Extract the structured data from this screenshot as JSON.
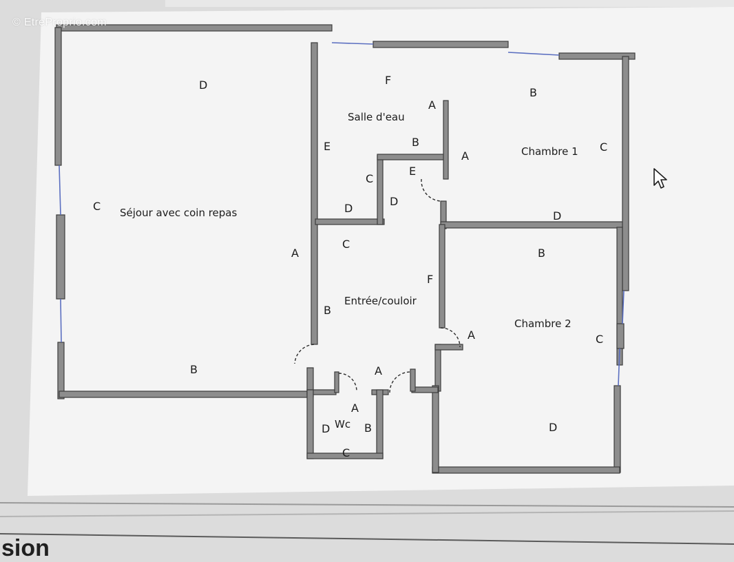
{
  "watermark": "© EtreProprio.com",
  "bottom_partial_word": "sion",
  "colors": {
    "wall_fill": "#8d8d8d",
    "wall_stroke": "#3c3c3c",
    "window": "#5a6ec0",
    "paper": "#f3f3f3",
    "screen_bg": "#dcdcdc",
    "text": "#1c1c1c"
  },
  "icons": {
    "pointer": "mouse-pointer-icon"
  },
  "rooms": {
    "sejour": {
      "name": "Séjour avec coin repas",
      "walls": {
        "top": "D",
        "left": "C",
        "right": "A",
        "bottom": "B"
      }
    },
    "salle_eau": {
      "name": "Salle d'eau",
      "walls": {
        "top": "F",
        "left": "E",
        "bottom": "D",
        "a": "A",
        "b": "B",
        "c": "C",
        "e": "E",
        "d": "D"
      }
    },
    "chambre1": {
      "name": "Chambre 1",
      "walls": {
        "top": "B",
        "left": "A",
        "right": "C",
        "bottom": "D"
      }
    },
    "entree": {
      "name": "Entrée/couloir",
      "walls": {
        "top": "C",
        "left": "B",
        "right": "F",
        "bottom": "A"
      }
    },
    "chambre2": {
      "name": "Chambre 2",
      "walls": {
        "top": "B",
        "door": "A",
        "right": "C",
        "bottom": "D"
      }
    },
    "wc": {
      "name": "Wc",
      "walls": {
        "top": "A",
        "left": "D",
        "right": "B",
        "bottom": "C"
      }
    }
  }
}
